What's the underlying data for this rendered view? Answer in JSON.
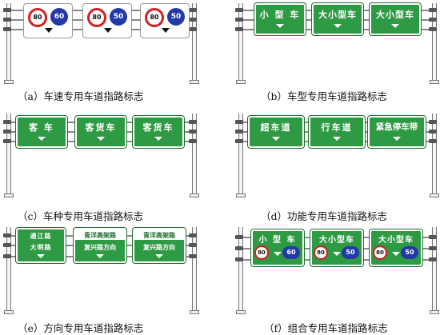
{
  "panels": {
    "a": {
      "caption": "（a）车速专用车道指路标志",
      "signs": [
        {
          "red": "80",
          "blue": "60"
        },
        {
          "red": "80",
          "blue": "50"
        },
        {
          "red": "80",
          "blue": "50"
        }
      ]
    },
    "b": {
      "caption": "（b）车型专用车道指路标志",
      "signs": [
        "小 型 车",
        "大小型车",
        "大小型车"
      ]
    },
    "c": {
      "caption": "（c）车种专用车道指路标志",
      "signs": [
        "客 车",
        "客货车",
        "客货车"
      ]
    },
    "d": {
      "caption": "（d）功能专用车道指路标志",
      "signs": [
        "超车道",
        "行车道",
        "紧急停车带"
      ]
    },
    "e": {
      "caption": "（e）方向专用车道指路标志",
      "signs": [
        {
          "line1": "通江路",
          "line2": "大明路"
        },
        {
          "line1": "青洋高架路",
          "line2": "复兴路方向"
        },
        {
          "line1": "青洋高架路",
          "line2": "复兴路方向"
        }
      ]
    },
    "f": {
      "caption": "（f）组合专用车道指路标志",
      "signs": [
        {
          "label": "小 型 车",
          "red": "80",
          "blue": "60"
        },
        {
          "label": "大小型车",
          "red": "80",
          "blue": "50"
        },
        {
          "label": "大小型车",
          "red": "80",
          "blue": "50"
        }
      ]
    }
  },
  "colors": {
    "sign_green": "#2e9a44",
    "speed_red": "#d42020",
    "min_blue": "#2339a8"
  }
}
